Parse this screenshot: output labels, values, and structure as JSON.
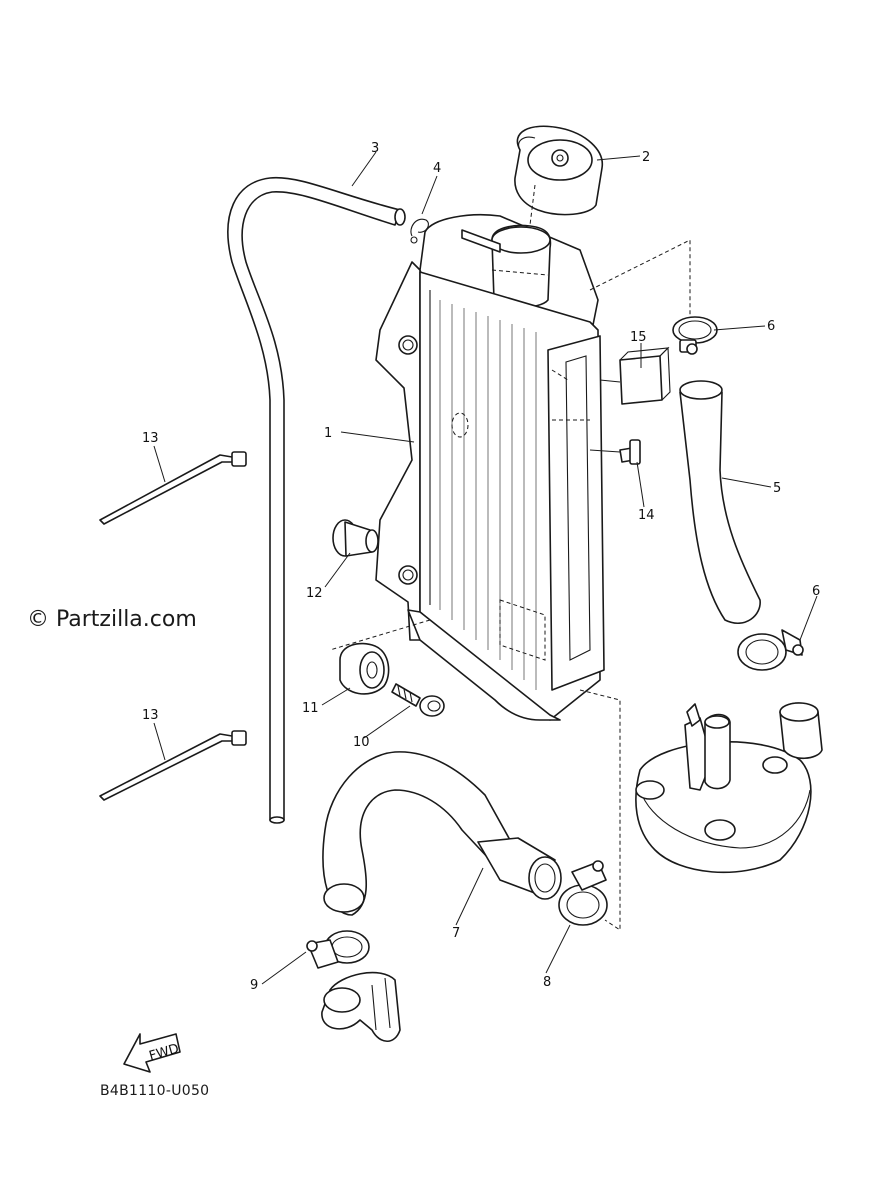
{
  "watermark": "© Partzilla.com",
  "diagram_code": "B4B1110-U050",
  "fwd_label": "FWD",
  "callouts": {
    "c1": "1",
    "c2": "2",
    "c3": "3",
    "c4": "4",
    "c5": "5",
    "c6a": "6",
    "c6b": "6",
    "c7": "7",
    "c8": "8",
    "c9": "9",
    "c10": "10",
    "c11": "11",
    "c12": "12",
    "c13a": "13",
    "c13b": "13",
    "c14": "14",
    "c15": "15"
  }
}
